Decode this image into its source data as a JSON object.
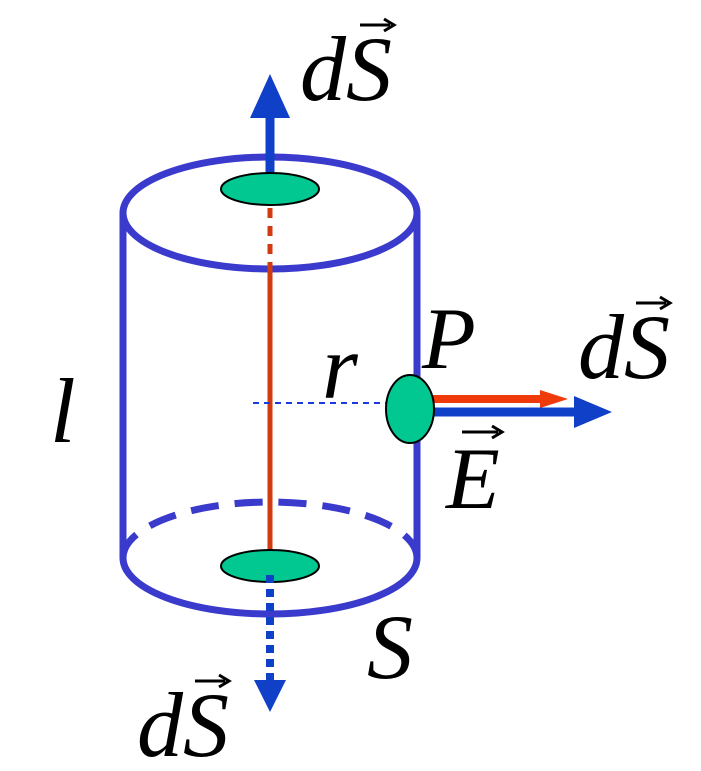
{
  "labels": {
    "dS_top": "dS",
    "dS_right": "dS",
    "dS_bottom": "dS",
    "E": "E",
    "P": "P",
    "r": "r",
    "l": "l",
    "S": "S"
  },
  "colors": {
    "cylinder": "#3a3acc",
    "axis": "#d23a10",
    "area_element": "#00c890",
    "arrow_dS": "#1140c8",
    "arrow_E": "#f03a0a",
    "text": "#000000",
    "radius_line": "#1a3ae0"
  }
}
